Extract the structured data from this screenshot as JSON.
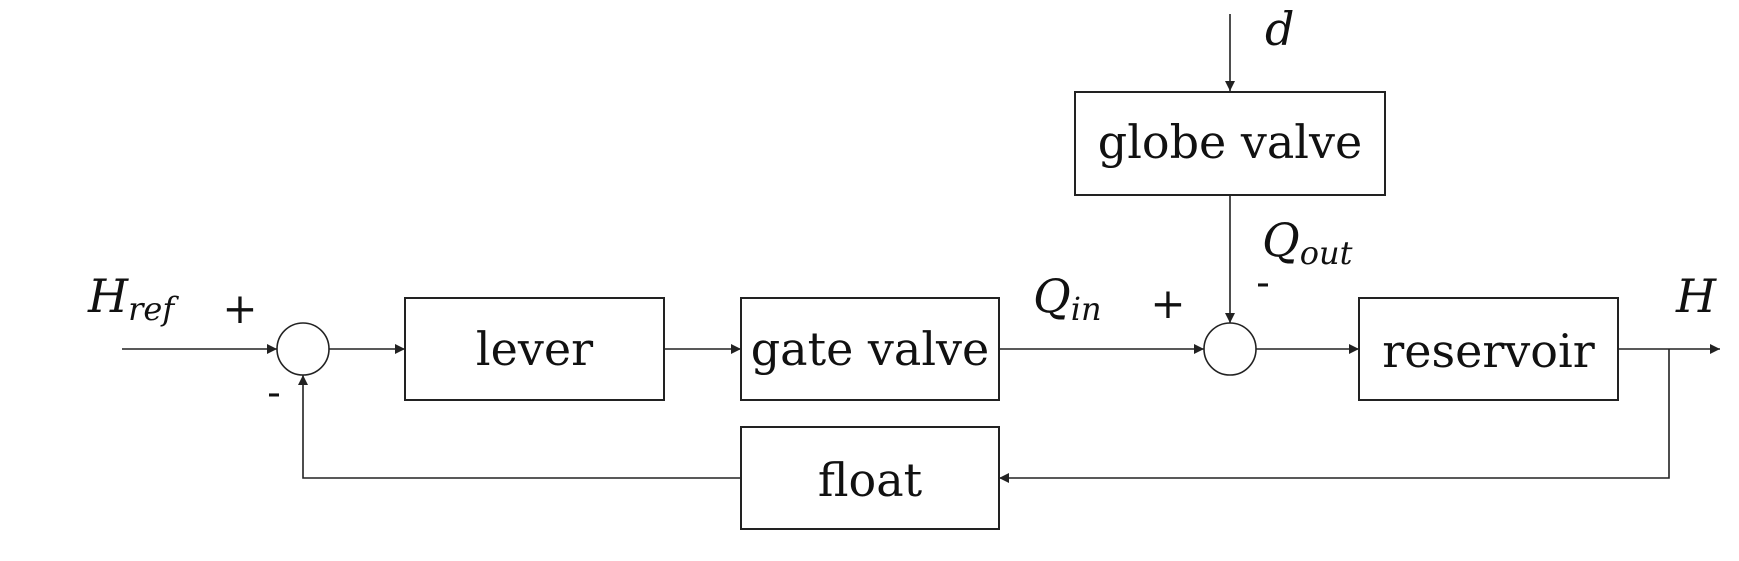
{
  "blocks": {
    "lever": "lever",
    "gate_valve": "gate valve",
    "reservoir": "reservoir",
    "globe_valve": "globe valve",
    "float": "float"
  },
  "signals": {
    "reference_main": "H",
    "reference_sub": "ref",
    "inflow_main": "Q",
    "inflow_sub": "in",
    "outflow_main": "Q",
    "outflow_sub": "out",
    "output": "H",
    "disturbance": "d"
  },
  "signs": {
    "sum1_plus": "+",
    "sum1_minus": "-",
    "sum2_plus": "+",
    "sum2_minus": "-"
  }
}
